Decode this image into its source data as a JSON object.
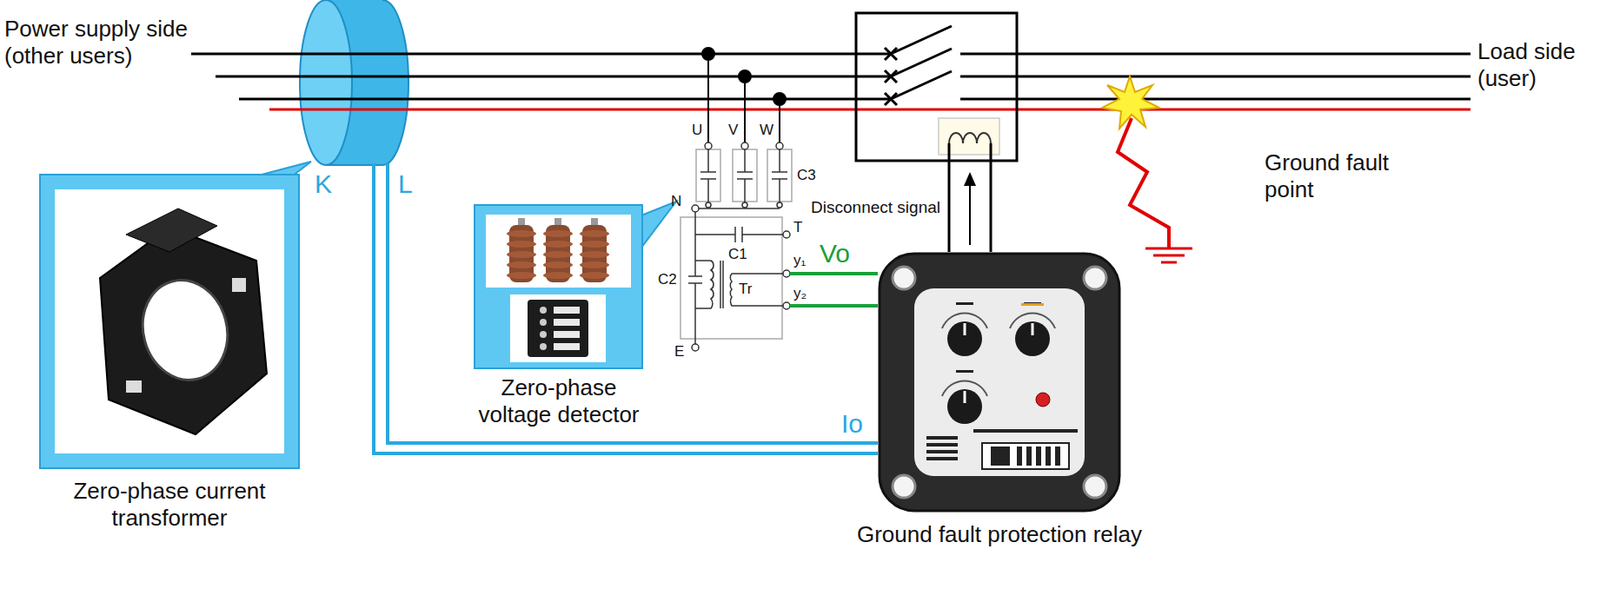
{
  "diagram": {
    "nodes": [
      {
        "text": [
          "Zero-phase current transformer"
        ]
      },
      {
        "text": [
          "Zero-phase voltage detector"
        ]
      },
      {
        "text": [
          "Ground fault protection relay"
        ]
      }
    ],
    "labels": [
      "Power supply side (other users)",
      "Load side (user)",
      "K",
      "L",
      "U",
      "V",
      "W",
      "C3",
      "N",
      "T",
      "C1",
      "y₁",
      "Tr",
      "y₂",
      "C2",
      "E",
      "Vo",
      "Disconnect signal",
      "Io",
      "Ground fault point"
    ]
  }
}
